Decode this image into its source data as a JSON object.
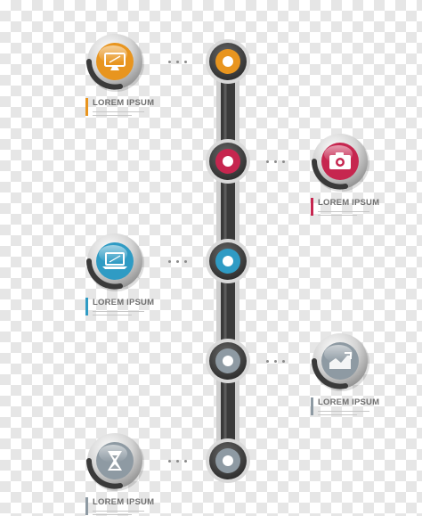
{
  "colors": {
    "orange": "#e8951f",
    "crimson": "#c6264f",
    "blue": "#2f9bc4",
    "gray": "#8e9aa3",
    "track": "#3a3a3a"
  },
  "timeline": {
    "nodes": [
      {
        "color_key": "orange"
      },
      {
        "color_key": "crimson"
      },
      {
        "color_key": "blue"
      },
      {
        "color_key": "gray"
      },
      {
        "color_key": "gray"
      }
    ]
  },
  "items": [
    {
      "label": "LOREM IPSUM",
      "icon": "monitor-icon",
      "color_key": "orange",
      "side": "left"
    },
    {
      "label": "LOREM IPSUM",
      "icon": "camera-icon",
      "color_key": "crimson",
      "side": "right"
    },
    {
      "label": "LOREM IPSUM",
      "icon": "laptop-icon",
      "color_key": "blue",
      "side": "left"
    },
    {
      "label": "LOREM IPSUM",
      "icon": "chart-icon",
      "color_key": "gray",
      "side": "right"
    },
    {
      "label": "LOREM IPSUM",
      "icon": "hourglass-icon",
      "color_key": "gray",
      "side": "left"
    }
  ]
}
